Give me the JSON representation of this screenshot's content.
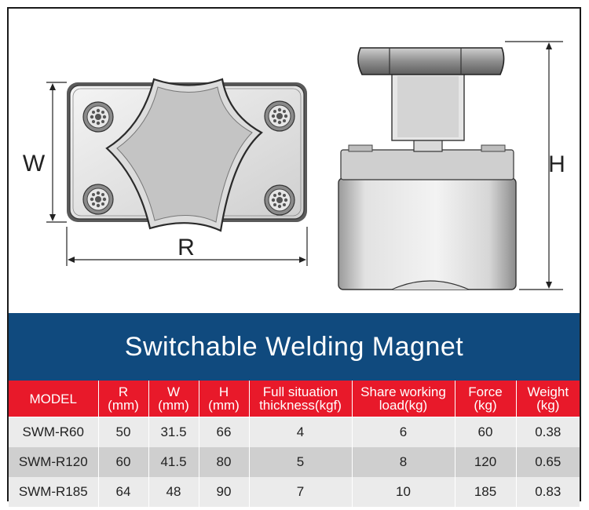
{
  "drawing": {
    "label_w": "W",
    "label_r": "R",
    "label_h": "H"
  },
  "banner": {
    "title": "Switchable Welding Magnet"
  },
  "table": {
    "headers": [
      {
        "line1": "MODEL",
        "line2": ""
      },
      {
        "line1": "R",
        "line2": "(mm)"
      },
      {
        "line1": "W",
        "line2": "(mm)"
      },
      {
        "line1": "H",
        "line2": "(mm)"
      },
      {
        "line1": "Full situation",
        "line2": "thickness(kgf)"
      },
      {
        "line1": "Share working",
        "line2": "load(kg)"
      },
      {
        "line1": "Force",
        "line2": "(kg)"
      },
      {
        "line1": "Weight",
        "line2": "(kg)"
      }
    ],
    "rows": [
      [
        "SWM-R60",
        "50",
        "31.5",
        "66",
        "4",
        "6",
        "60",
        "0.38"
      ],
      [
        "SWM-R120",
        "60",
        "41.5",
        "80",
        "5",
        "8",
        "120",
        "0.65"
      ],
      [
        "SWM-R185",
        "64",
        "48",
        "90",
        "7",
        "10",
        "185",
        "0.83"
      ]
    ]
  },
  "colors": {
    "banner_bg": "#104a7e",
    "header_bg": "#e8192a",
    "row_light": "#ebebeb",
    "row_dark": "#cfcfcf"
  }
}
